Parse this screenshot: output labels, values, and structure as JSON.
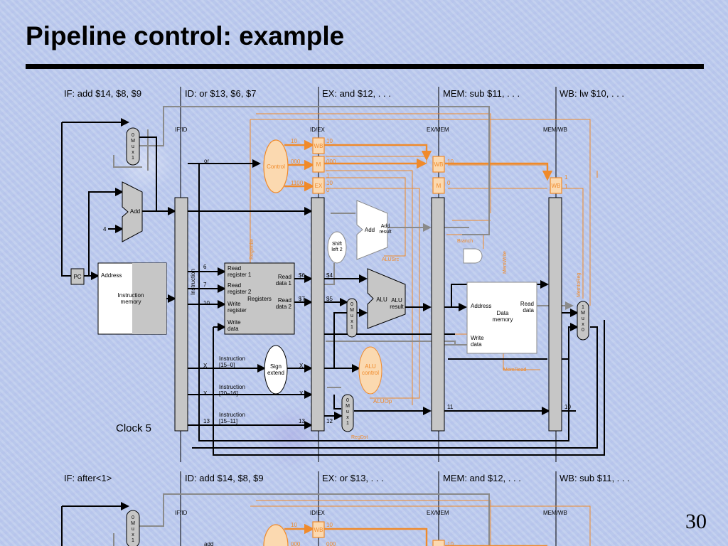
{
  "slide": {
    "title": "Pipeline control: example",
    "clock_label": "Clock 5",
    "slide_number": "30"
  },
  "top_diagram": {
    "stages": [
      "IF: add $14, $8, $9",
      "ID: or $13, $6, $7",
      "EX: and $12, . . .",
      "MEM: sub $11, . . .",
      "WB: lw $10, . . ."
    ],
    "registers": {
      "ifid": "IF/ID",
      "idex": "ID/EX",
      "exmem": "EX/MEM",
      "memwb": "MEM/WB"
    },
    "blocks": {
      "pc": "PC",
      "imem_address": "Address",
      "imem_name": "Instruction\nmemory",
      "instruction_vertical": "Instruction",
      "add_if": "Add",
      "const_four": "4",
      "mux_pc": "0\nM\nu\nx\n1",
      "control": "Control",
      "regwrite": "RegWrite",
      "registers_name": "Registers",
      "read_reg1": "Read\nregister 1",
      "read_reg2": "Read\nregister 2",
      "write_reg": "Write\nregister",
      "write_data": "Write\ndata",
      "read_data1": "Read\ndata 1",
      "read_data2": "Read\ndata 2",
      "sign_extend": "Sign\nextend",
      "instr_15_0": "Instruction\n[15–0]",
      "instr_20_16": "Instruction\n[20–16]",
      "instr_15_11": "Instruction\n[15–11]",
      "shift_left2": "Shift\nleft 2",
      "add_ex": "Add",
      "add_result": "Add\nresult",
      "alusrc": "ALUSrc",
      "alu": "ALU",
      "alu_result": "ALU\nresult",
      "mux_alu": "0\nM\nu\nx\n1",
      "alu_control": "ALU\ncontrol",
      "aluop": "ALUOp",
      "mux_regdst": "0\nM\nu\nx\n1",
      "regdst": "RegDst",
      "branch": "Branch",
      "memwrite": "MemWrite",
      "memread": "MemRead",
      "memtoreg": "MemtoReg",
      "dmem_address": "Address",
      "dmem_name": "Data\nmemory",
      "dmem_read_data": "Read\ndata",
      "dmem_write_data": "Write\ndata",
      "mux_wb": "1\nM\nu\nx\n0",
      "pipe_wb": "WB",
      "pipe_m": "M",
      "pipe_ex": "EX"
    },
    "values": {
      "or": "or",
      "r6": "6",
      "r7": "7",
      "r10": "10",
      "x1": "X",
      "x2": "X",
      "x3": "X",
      "x4": "X",
      "thirteen_a": "13",
      "thirteen_b": "13",
      "twelve": "12",
      "eleven": "11",
      "ten_wb": "10",
      "d6": "$6",
      "d7": "$7",
      "d4": "$4",
      "d5": "$5",
      "ctl_10": "10",
      "ctl_000": "000",
      "ctl_1100": "1100",
      "idex_10": "10",
      "idex_000": "000",
      "idex_1": "1",
      "idex_10b": "10",
      "idex_0": "0",
      "exmem_10": "10",
      "exmem_0": "0",
      "memwb_1": "1",
      "memwb_1b": "1"
    }
  },
  "bottom_diagram": {
    "stages": [
      "IF: after<1>",
      "ID: add $14, $8, $9",
      "EX: or $13, . . .",
      "MEM: and $12, . . .",
      "WB: sub $11, . . ."
    ],
    "registers": {
      "ifid": "IF/ID",
      "idex": "ID/EX",
      "exmem": "EX/MEM",
      "memwb": "MEM/WB"
    },
    "mux_pc": "0\nM\nu\nx\n1",
    "add": "add",
    "pipe_wb": "WB",
    "v_10a": "10",
    "v_10b": "10",
    "v_000a": "000",
    "v_000b": "000",
    "v_10c": "10"
  },
  "colors": {
    "control": "#f08a2a",
    "control_fill": "#fbd9b0",
    "datapath": "#000000",
    "shadow": "#8a8a8a",
    "pipe_reg": "#c6c6c6",
    "unit_fill": "#c6c6c6"
  }
}
